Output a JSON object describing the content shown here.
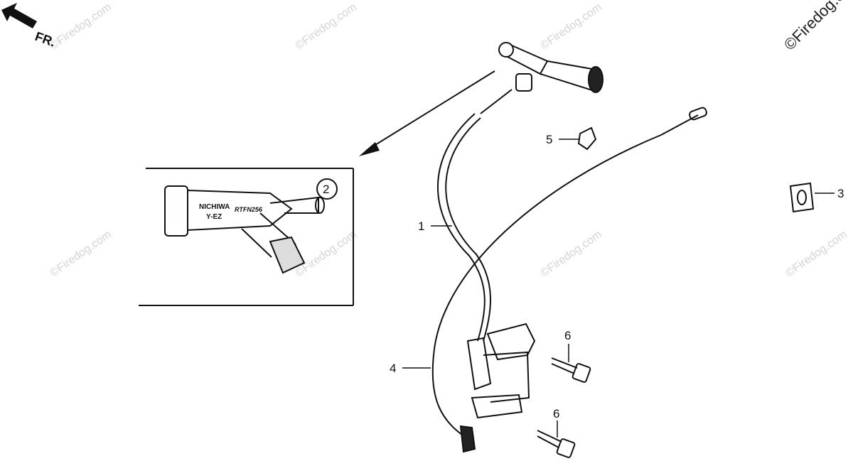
{
  "orientation": {
    "front_label": "FR."
  },
  "inset": {
    "circle_number": "2",
    "cap_text_line1": "NICHIWA",
    "cap_text_line2": "Y-EZ",
    "cap_text_part": "RTFN256"
  },
  "callouts": {
    "p1": "1",
    "p3": "3",
    "p4": "4",
    "p5": "5",
    "p6a": "6",
    "p6b": "6"
  },
  "watermark": {
    "text": "©Firedog.com"
  }
}
